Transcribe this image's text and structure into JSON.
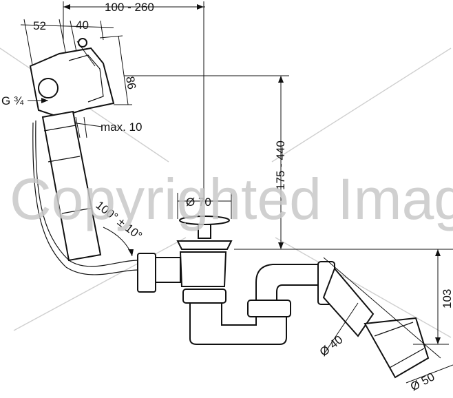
{
  "dimensions": {
    "d_100_260": "100 - 260",
    "d_52": "52",
    "d_40": "40",
    "d_86": "86",
    "d_g34": "G ¾",
    "d_max10": "max. 10",
    "d_175_440": "175 - 440",
    "d_70": "Ø 70",
    "d_angle": "100° ± 10°",
    "d_103": "103",
    "d_40b": "Ø 40",
    "d_50": "Ø 50"
  },
  "watermark": "Copyrighted Image"
}
